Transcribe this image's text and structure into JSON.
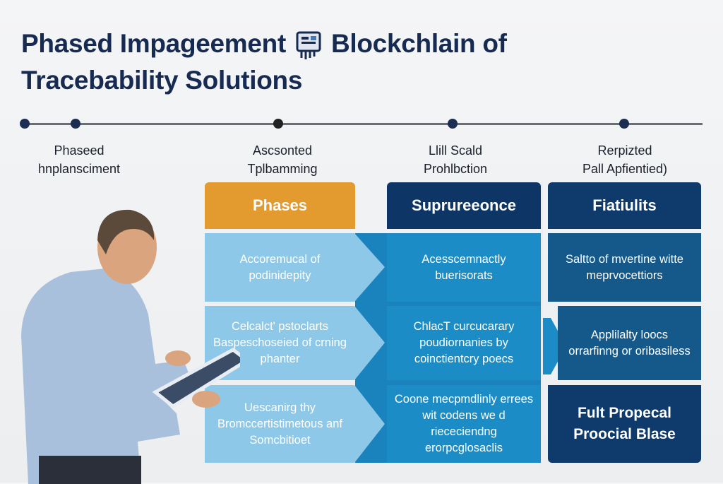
{
  "title": {
    "line1_a": "Phased Impageement",
    "line1_b": "Blockchlain of",
    "line2": "Tracebability Solutions"
  },
  "timeline": {
    "labels": [
      {
        "l1": "Phaseed",
        "l2": "hnplansciment"
      },
      {
        "l1": "Ascsonted",
        "l2": "Tplbamming"
      },
      {
        "l1": "Llill Scald",
        "l2": "Prohlbction"
      },
      {
        "l1": "Rerpizted",
        "l2": "Pall Apfientied)"
      }
    ]
  },
  "table": {
    "headers": [
      "Phases",
      "Suprureeonce",
      "Fiatiulits"
    ],
    "rows": [
      [
        "Accoremucal of podinidepity",
        "Acesscemnactly buerisorats",
        "Saltto of mvertine witte meprvocettiors"
      ],
      [
        "Celcalct' pstoclarts Baspeschoseied of crning phanter",
        "ChlacT curcucarary poudiornanies by coinctientcry poecs",
        "Applilalty loocs orrarfinng or oribasiless"
      ],
      [
        "Uescanirg thy Bromccertistimetous anf Somcbitioet",
        "Coone mecpmdlinly errees wit codens we d riececiendng erorpcglosaclis",
        "Fult Propecal Proocial Blase"
      ]
    ]
  },
  "colors": {
    "orange": "#e39a2e",
    "navy": "#0d3566",
    "light": "#8ec8e8",
    "mid": "#1b8cc6",
    "dark": "#15588a"
  }
}
